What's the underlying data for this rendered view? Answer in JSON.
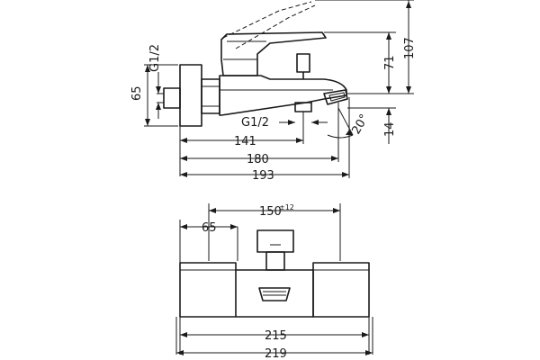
{
  "side_view": {
    "dim_141": "141",
    "dim_180": "180",
    "dim_193": "193",
    "dim_65": "65",
    "dim_g12_left": "G1/2",
    "dim_g12_bottom": "G1/2",
    "dim_20deg": "20°",
    "dim_71": "71",
    "dim_107": "107",
    "dim_14": "14"
  },
  "front_view": {
    "dim_150": "150",
    "dim_150_tol": "±12",
    "dim_65": "65",
    "dim_215": "215",
    "dim_219": "219"
  }
}
